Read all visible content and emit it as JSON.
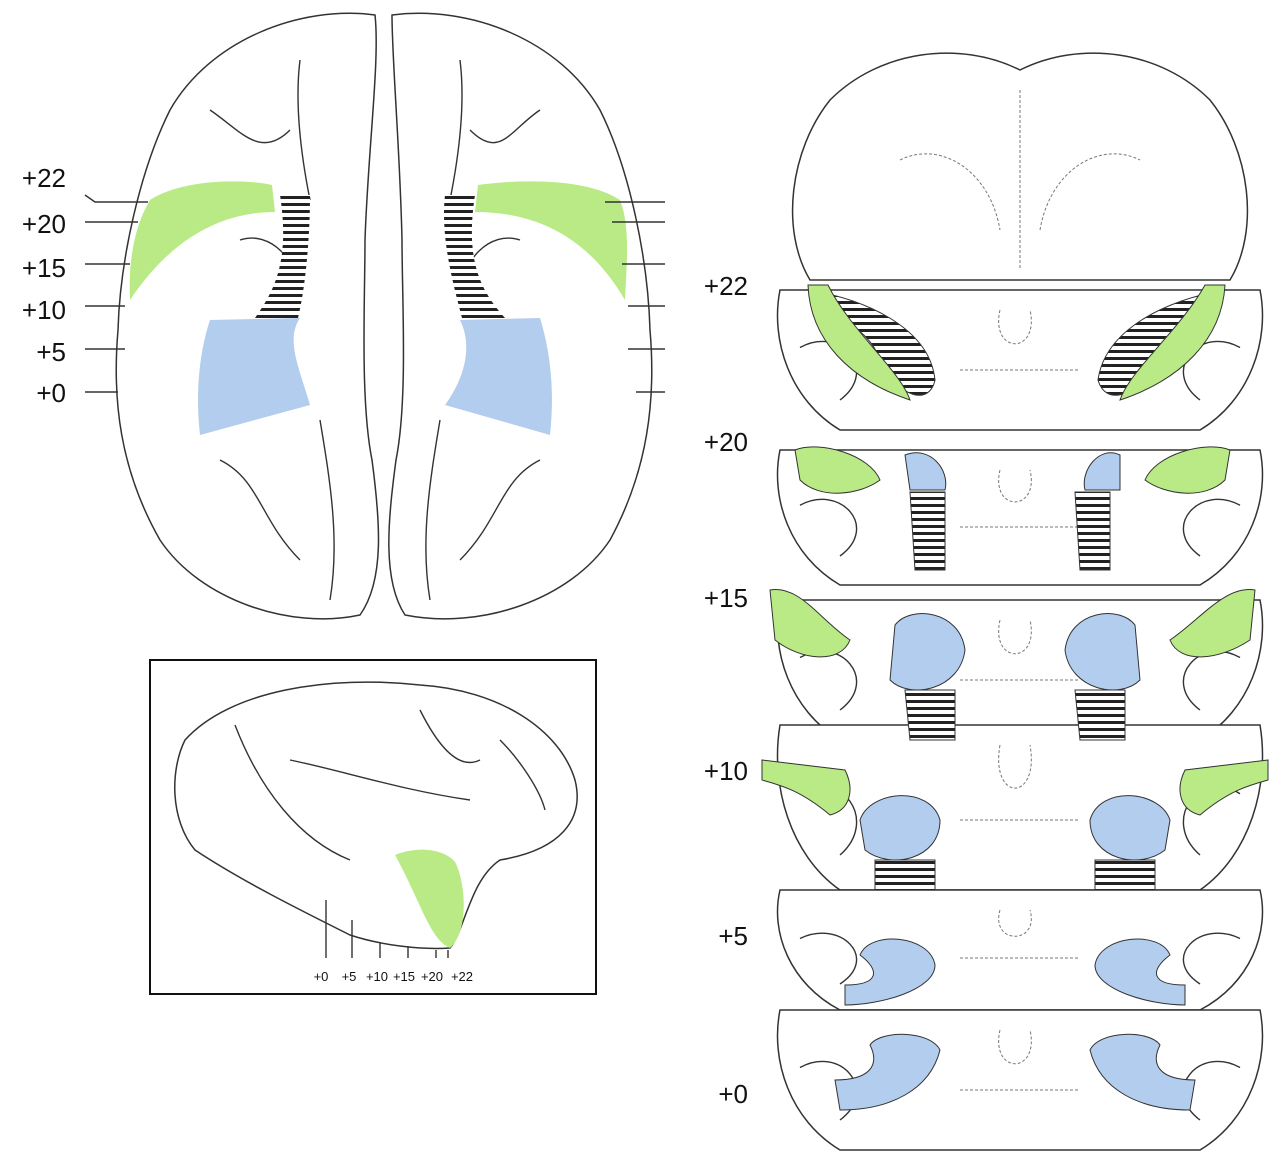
{
  "colors": {
    "temporal_pole": "#b9ea85",
    "amygdala": "#b3cdee",
    "outline": "#333333"
  },
  "ventral_view": {
    "labels": [
      "+22",
      "+20",
      "+15",
      "+10",
      "+5",
      "+0"
    ]
  },
  "lateral_inset": {
    "labels": [
      "+0",
      "+5",
      "+10",
      "+15",
      "+20",
      "+22"
    ]
  },
  "coronal_sections": {
    "labels": [
      "+22",
      "+20",
      "+15",
      "+10",
      "+5",
      "+0"
    ]
  }
}
